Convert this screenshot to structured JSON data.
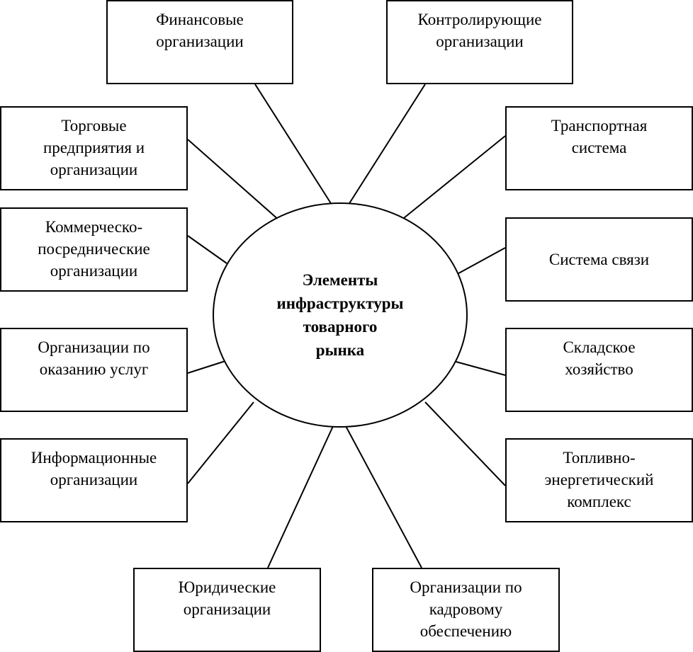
{
  "center": {
    "label": "Элементы\nинфраструктуры\nтоварного\nрынка"
  },
  "elements": {
    "financial": "Финансовые\nорганизации",
    "controlling": "Контролирующие\nорганизации",
    "trade": "Торговые\nпредприятия и\nорганизации",
    "transport": "Транспортная\nсистема",
    "commercial": "Коммерческо-\nпосреднические\nорганизации",
    "communication": "Система связи",
    "services": "Организации по\nоказанию услуг",
    "warehouse": "Складское\nхозяйство",
    "information": "Информационные\nорганизации",
    "fuel_energy": "Топливно-\nэнергетический\nкомплекс",
    "legal": "Юридические\nорганизации",
    "personnel": "Организации по\nкадровому\nобеспечению"
  }
}
